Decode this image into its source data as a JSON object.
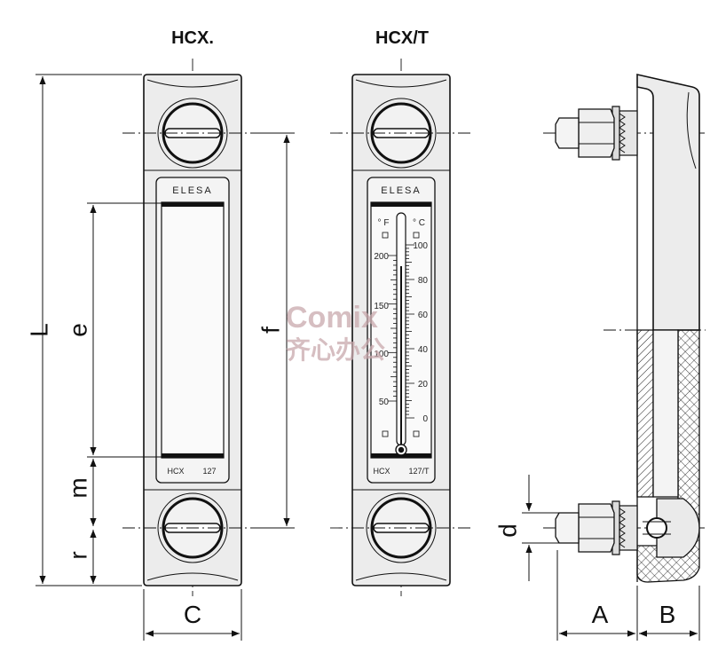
{
  "titles": {
    "hcx": "HCX.",
    "hcxt": "HCX/T"
  },
  "brand": "ELESA",
  "labels": {
    "hcx_left": "HCX",
    "hcx_right": "127",
    "hcxt_left": "HCX",
    "hcxt_right": "127/T"
  },
  "dimensions": {
    "L": "L",
    "e": "e",
    "m": "m",
    "r": "r",
    "C": "C",
    "f": "f",
    "d": "d",
    "A": "A",
    "B": "B"
  },
  "thermometer": {
    "unit_f": "° F",
    "unit_c": "° C",
    "fahrenheit_ticks": [
      "200",
      "150",
      "100",
      "50"
    ],
    "celsius_ticks": [
      "100",
      "80",
      "60",
      "40",
      "20",
      "0"
    ]
  },
  "watermark": {
    "latin": "Comix",
    "cjk": "齐心办公"
  }
}
